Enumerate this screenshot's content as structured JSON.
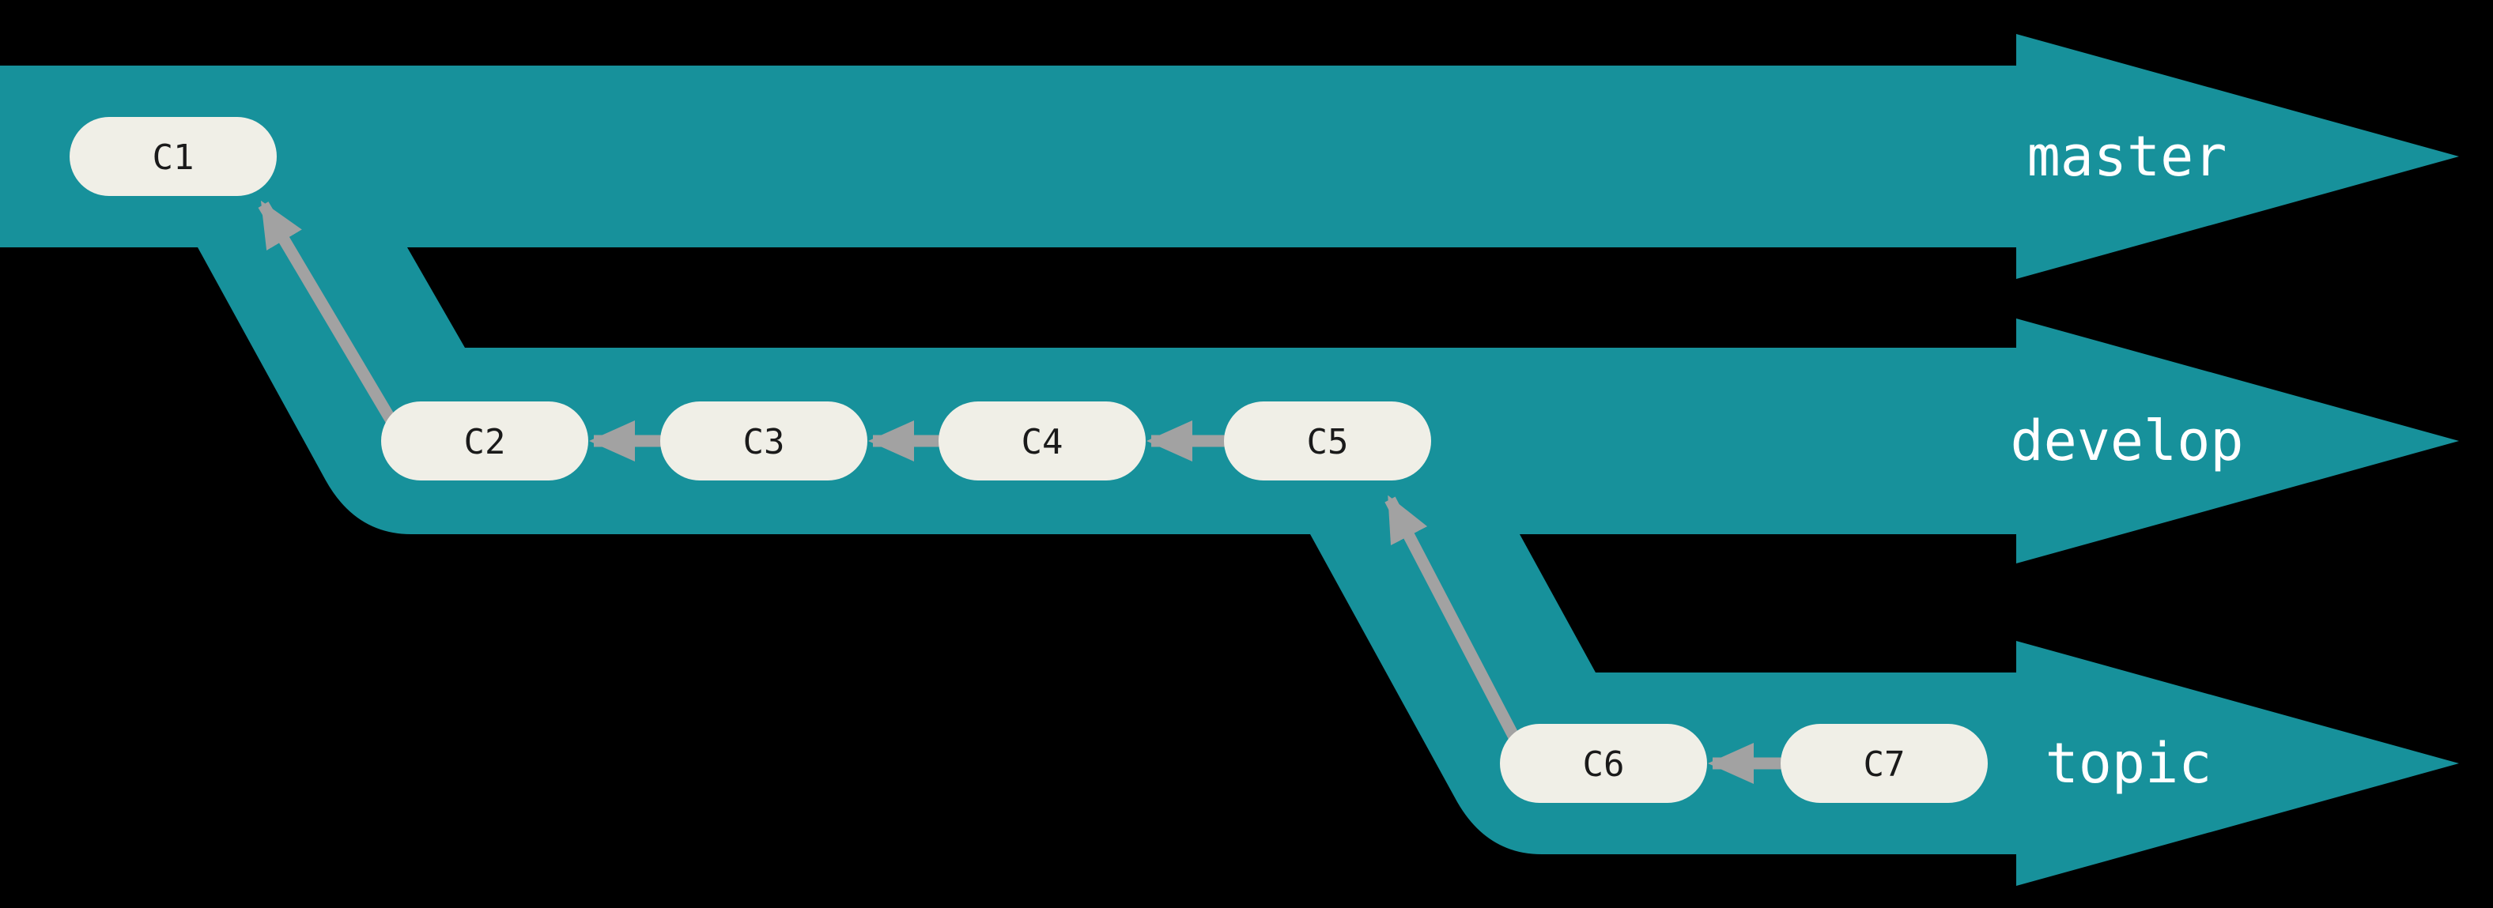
{
  "diagram": {
    "type": "git-branch-flow-diagram",
    "background": "#000000",
    "colors": {
      "branch_fill": "#17919B",
      "commit_fill": "#F0EFE7",
      "commit_text": "#1A1A1A",
      "arrow": "#A2A2A2",
      "branch_label_text": "#FFFFFF"
    },
    "branches": [
      {
        "label": "master"
      },
      {
        "label": "develop"
      },
      {
        "label": "topic"
      }
    ],
    "commits": [
      {
        "label": "C1",
        "branch": "master"
      },
      {
        "label": "C2",
        "branch": "develop"
      },
      {
        "label": "C3",
        "branch": "develop"
      },
      {
        "label": "C4",
        "branch": "develop"
      },
      {
        "label": "C5",
        "branch": "develop"
      },
      {
        "label": "C6",
        "branch": "topic"
      },
      {
        "label": "C7",
        "branch": "topic"
      }
    ],
    "parent_edges": [
      {
        "from": "C2",
        "to": "C1"
      },
      {
        "from": "C3",
        "to": "C2"
      },
      {
        "from": "C4",
        "to": "C3"
      },
      {
        "from": "C5",
        "to": "C4"
      },
      {
        "from": "C6",
        "to": "C5"
      },
      {
        "from": "C7",
        "to": "C6"
      }
    ]
  }
}
